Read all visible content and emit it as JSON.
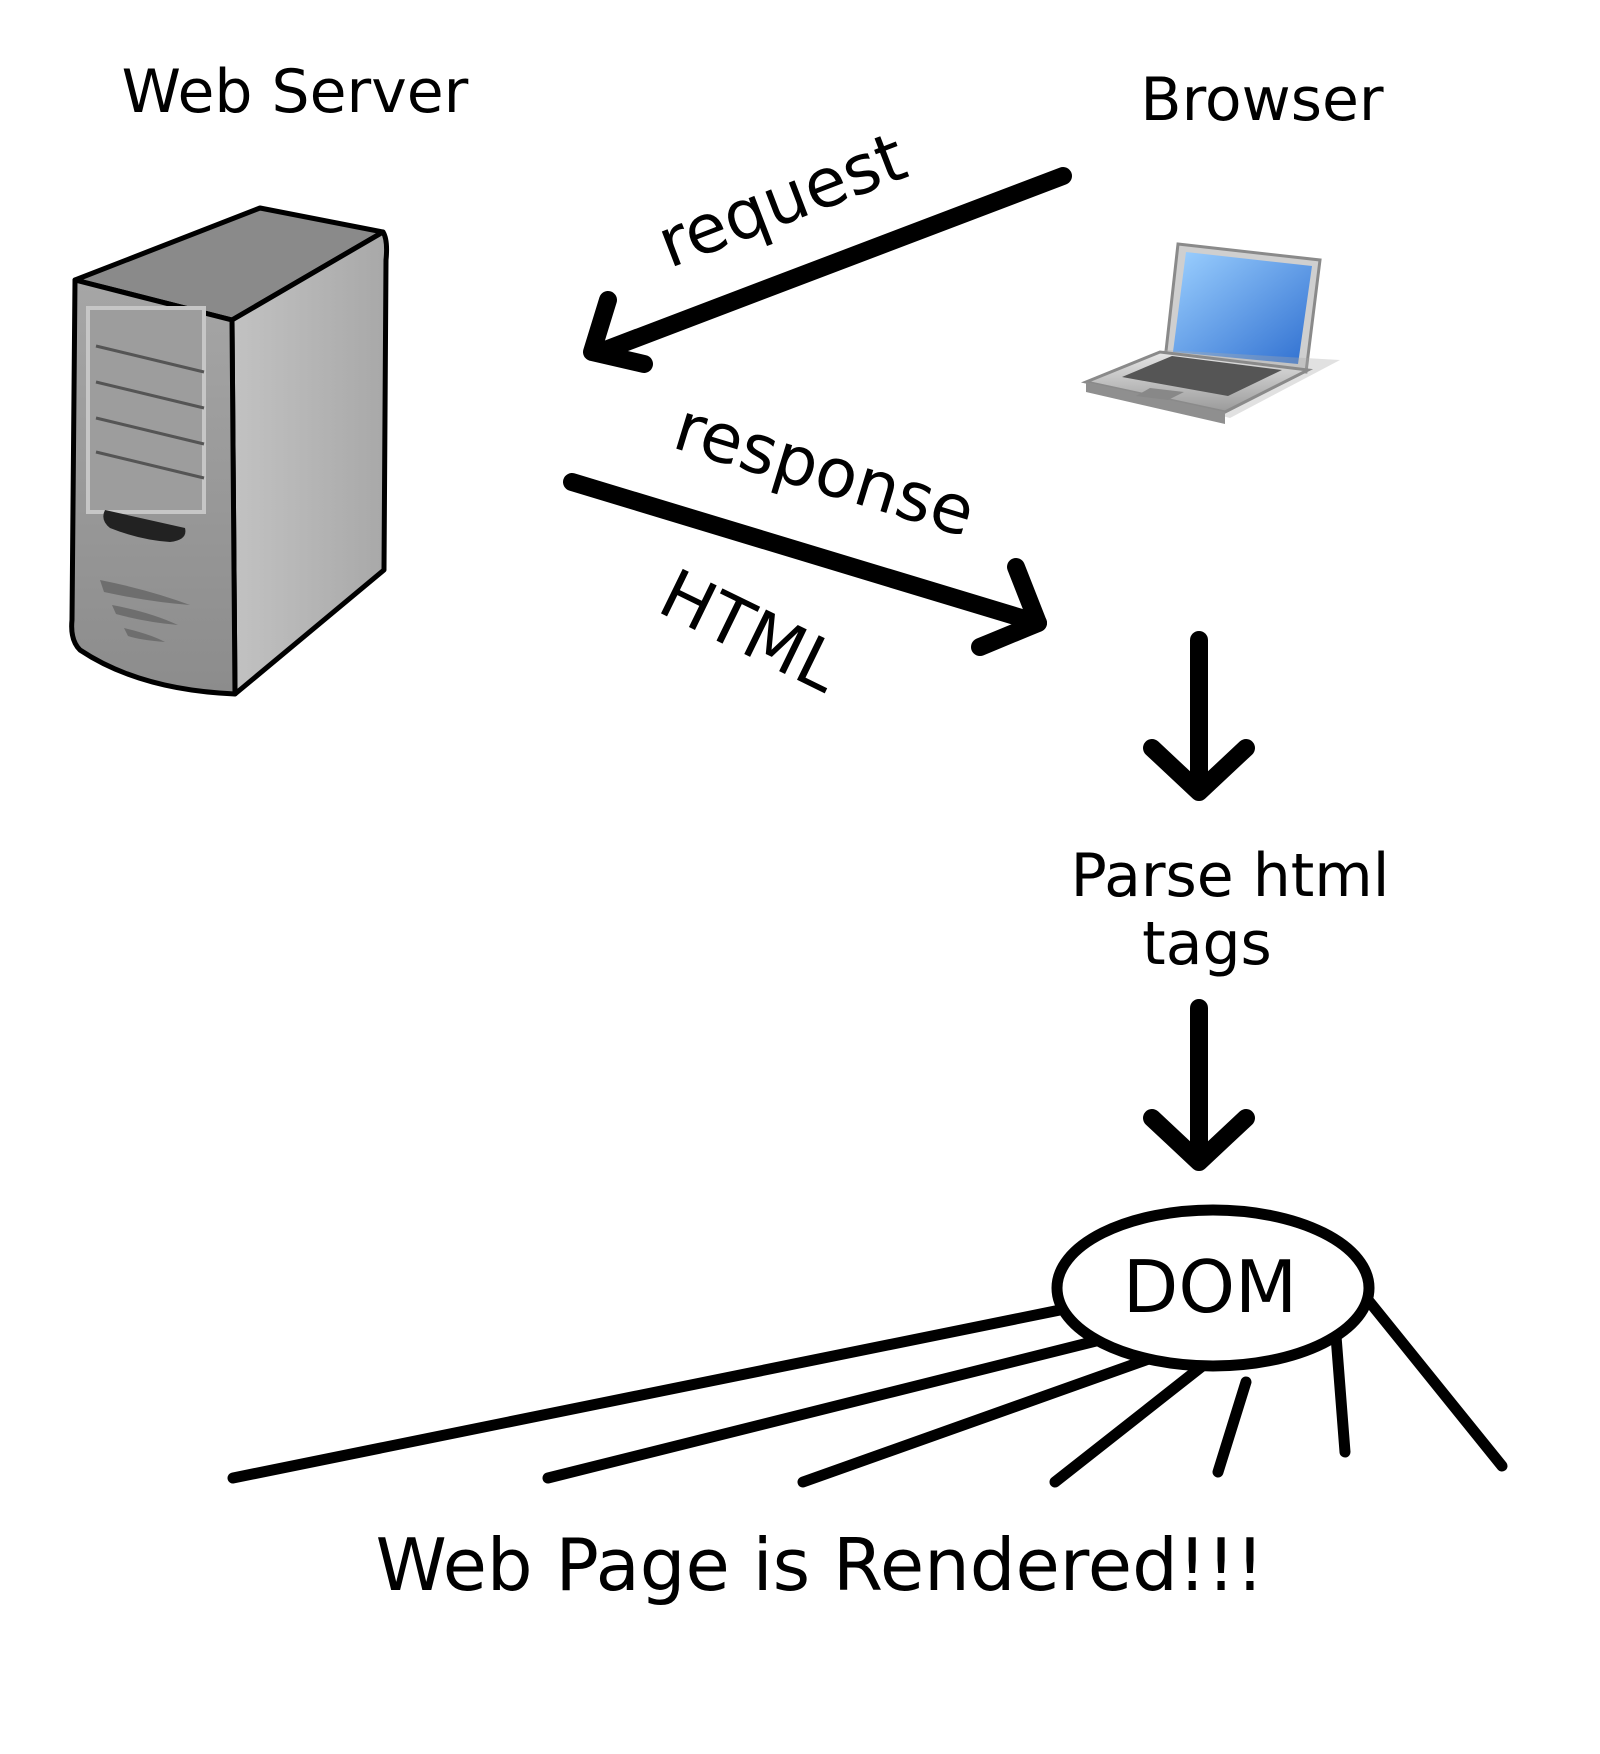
{
  "labels": {
    "web_server": "Web Server",
    "browser": "Browser",
    "request": "request",
    "response": "response",
    "html": "HTML",
    "parse_line1": "Parse html",
    "parse_line2": "tags",
    "dom": "DOM",
    "rendered": "Web Page is Rendered!!!"
  },
  "colors": {
    "ink": "#000000",
    "background": "#ffffff",
    "server_light": "#b8b8b8",
    "server_dark": "#8e8e8e",
    "screen_blue": "#5aa0e8"
  },
  "icons": {
    "server": "server-tower-icon",
    "laptop": "laptop-icon"
  }
}
